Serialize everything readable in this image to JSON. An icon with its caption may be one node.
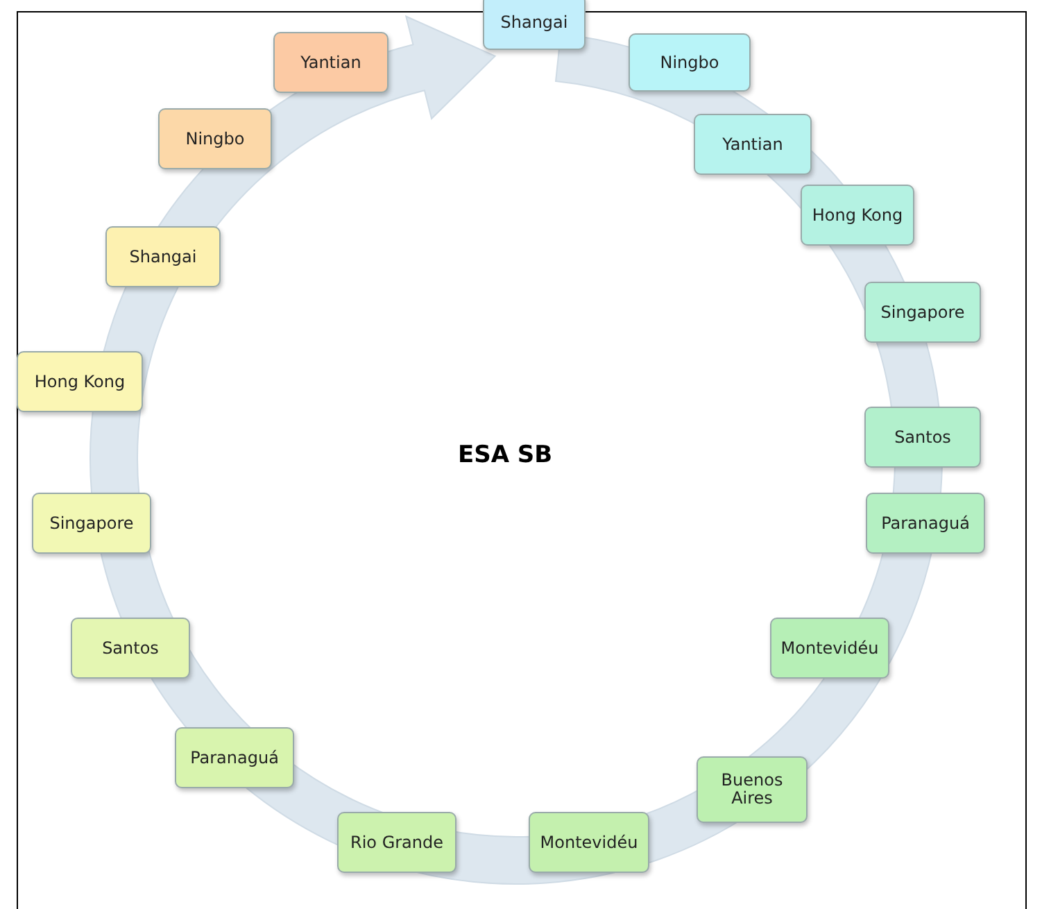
{
  "diagram": {
    "nodes": [
      {
        "text": [
          "Shangai"
        ]
      },
      {
        "text": [
          "Ningbo"
        ]
      },
      {
        "text": [
          "Yantian"
        ]
      },
      {
        "text": [
          "Hong Kong"
        ]
      },
      {
        "text": [
          "Singapore"
        ]
      },
      {
        "text": [
          "Santos"
        ]
      },
      {
        "text": [
          "Paranaguá"
        ]
      },
      {
        "text": [
          "Montevidéu"
        ]
      },
      {
        "text": [
          "Buenos Aires"
        ]
      },
      {
        "text": [
          "Montevidéu"
        ]
      },
      {
        "text": [
          "Rio Grande"
        ]
      },
      {
        "text": [
          "Paranaguá"
        ]
      },
      {
        "text": [
          "Santos"
        ]
      },
      {
        "text": [
          "Singapore"
        ]
      },
      {
        "text": [
          "Hong Kong"
        ]
      },
      {
        "text": [
          "Shangai"
        ]
      },
      {
        "text": [
          "Ningbo"
        ]
      },
      {
        "text": [
          "Yantian"
        ]
      }
    ],
    "labels": [
      "ESA SB"
    ]
  }
}
